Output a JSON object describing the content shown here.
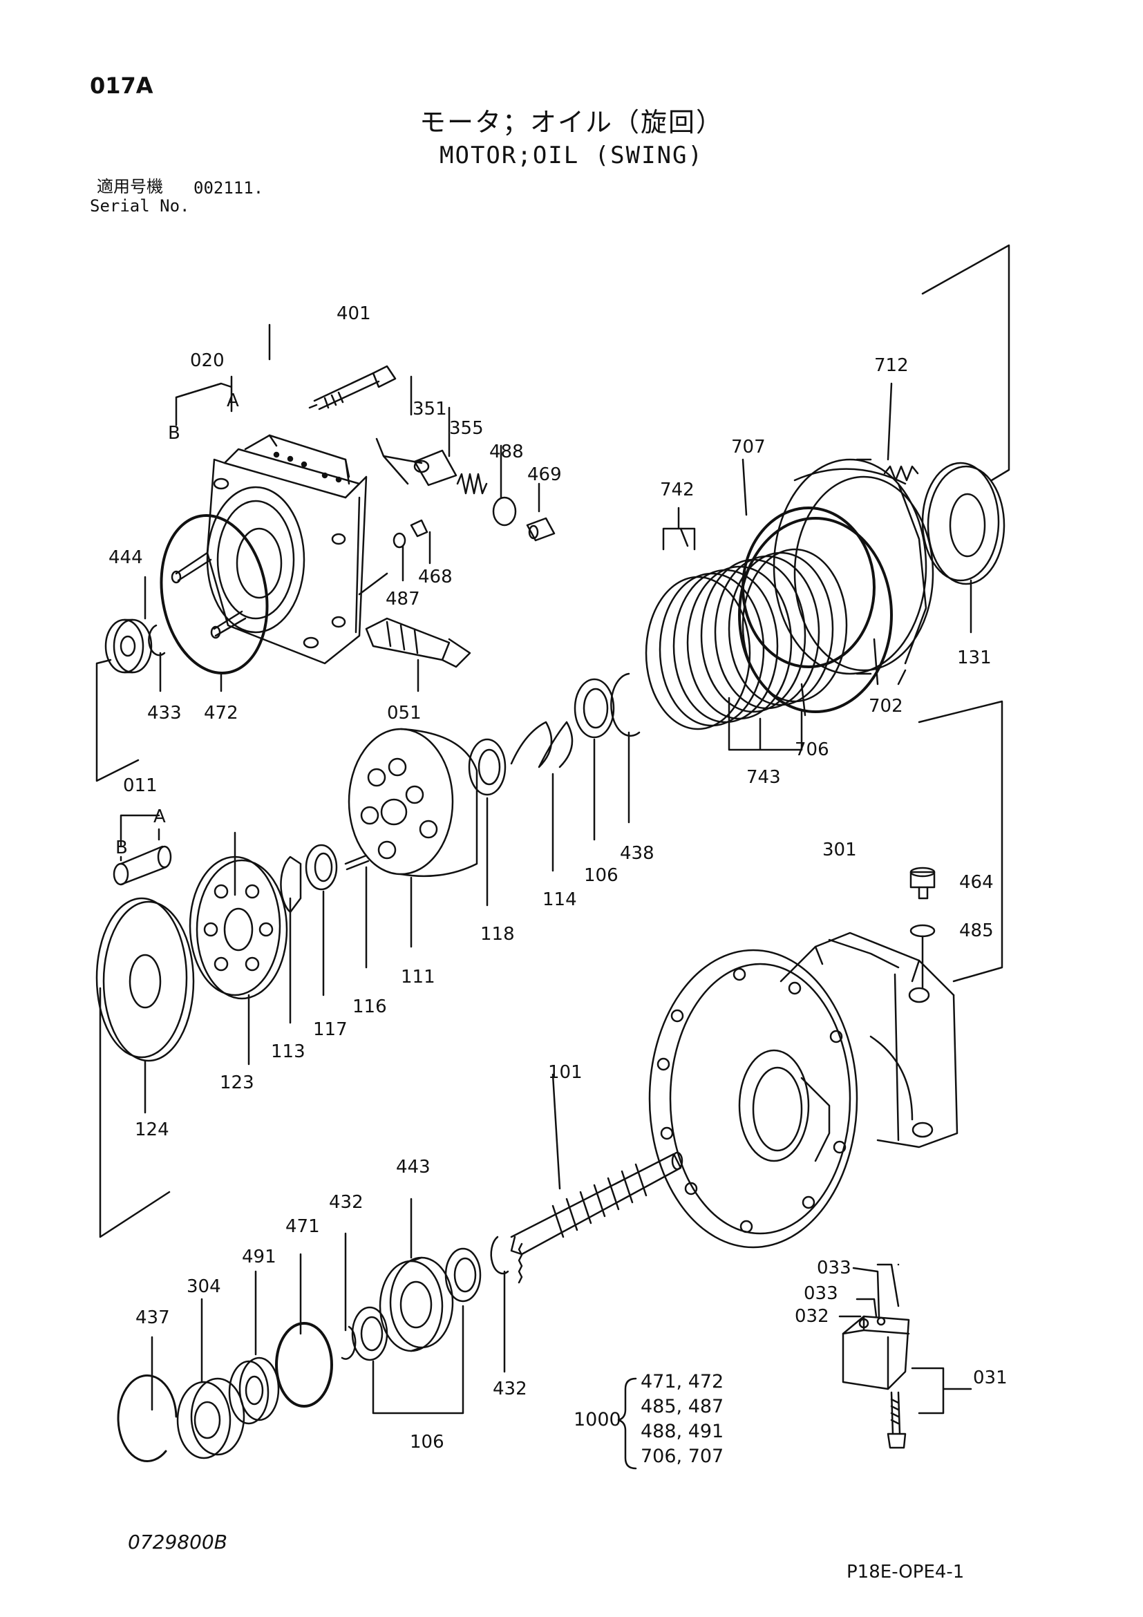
{
  "header": {
    "page_code": "017A",
    "title_ja": "モータ；オイル（旋回）",
    "title_en": "MOTOR;OIL (SWING)",
    "serial_label_ja": "適用号機",
    "serial_value": "002111.",
    "serial_label_en": "Serial No."
  },
  "parts": {
    "p020": "020",
    "pA1": "A",
    "pB1": "B",
    "p401": "401",
    "p351": "351",
    "p355": "355",
    "p488": "488",
    "p469": "469",
    "p468": "468",
    "p487": "487",
    "p444": "444",
    "p433": "433",
    "p472": "472",
    "p051": "051",
    "p742": "742",
    "p707": "707",
    "p712": "712",
    "p131": "131",
    "p702": "702",
    "p706": "706",
    "p743": "743",
    "p438": "438",
    "p106a": "106",
    "p114": "114",
    "p118": "118",
    "p011": "011",
    "pA2": "A",
    "pB2": "B",
    "p111": "111",
    "p116": "116",
    "p117": "117",
    "p113": "113",
    "p123": "123",
    "p124": "124",
    "p301": "301",
    "p464": "464",
    "p485": "485",
    "p101": "101",
    "p443": "443",
    "p432a": "432",
    "p432b": "432",
    "p471": "471",
    "p491": "491",
    "p304": "304",
    "p437": "437",
    "p106b": "106",
    "p033a": "033",
    "p033b": "033",
    "p032": "032",
    "p031": "031"
  },
  "kit": {
    "id": "1000",
    "line1": "471, 472",
    "line2": "485, 487",
    "line3": "488, 491",
    "line4": "706, 707"
  },
  "footer": {
    "drawing_no": "0729800B",
    "page_ref": "P18E-OPE4-1"
  }
}
